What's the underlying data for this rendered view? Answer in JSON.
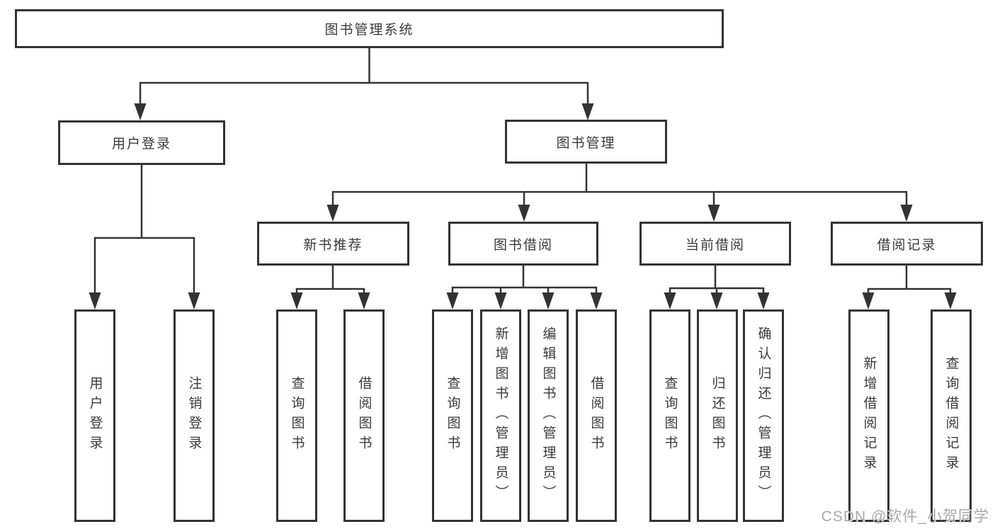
{
  "diagram": {
    "root": {
      "label": "图书管理系统",
      "children": [
        {
          "label": "用户登录",
          "children": [
            {
              "label": "用户登录"
            },
            {
              "label": "注销登录"
            }
          ]
        },
        {
          "label": "图书管理",
          "children": [
            {
              "label": "新书推荐",
              "children": [
                {
                  "label": "查询图书"
                },
                {
                  "label": "借阅图书"
                }
              ]
            },
            {
              "label": "图书借阅",
              "children": [
                {
                  "label": "查询图书"
                },
                {
                  "label": "新增图书（管理员）"
                },
                {
                  "label": "编辑图书（管理员）"
                },
                {
                  "label": "借阅图书"
                }
              ]
            },
            {
              "label": "当前借阅",
              "children": [
                {
                  "label": "查询图书"
                },
                {
                  "label": "归还图书"
                },
                {
                  "label": "确认归还（管理员）"
                }
              ]
            },
            {
              "label": "借阅记录",
              "children": [
                {
                  "label": "新增借阅记录"
                },
                {
                  "label": "查询借阅记录"
                }
              ]
            }
          ]
        }
      ]
    }
  },
  "watermark": {
    "text": "CSDN @软件_小贺同学"
  },
  "colors": {
    "line": "#333333",
    "text": "#3a3a3a",
    "watermark": "#a9a9a9",
    "background": "#ffffff"
  }
}
